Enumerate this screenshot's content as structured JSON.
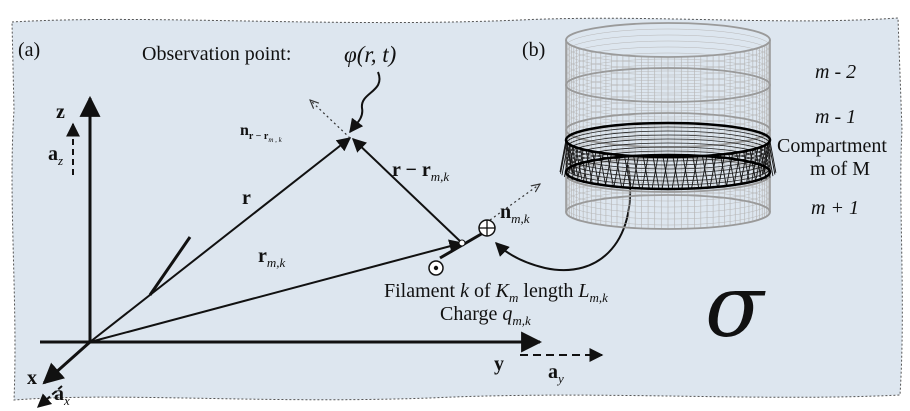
{
  "panel_labels": {
    "a": "(a)",
    "b": "(b)"
  },
  "observation": {
    "label": "Observation point:",
    "formula": "φ(r, t)"
  },
  "axes": {
    "x": "x",
    "y": "y",
    "z": "z",
    "ax": "a",
    "ax_sub": "x",
    "ay": "a",
    "ay_sub": "y",
    "az": "a",
    "az_sub": "z"
  },
  "vectors": {
    "r": "r",
    "r_mk": {
      "base": "r",
      "sub": "m,k"
    },
    "r_minus": {
      "base": "r − r",
      "sub": "m,k"
    },
    "n_mk": {
      "base": "n",
      "sub": "m,k"
    },
    "n_rr": {
      "base": "n",
      "sub": "r − r",
      "subsub": "m , k"
    }
  },
  "filament": {
    "line1_parts": [
      "Filament ",
      "k",
      " of ",
      "K",
      "m",
      " length ",
      "L",
      "m,k"
    ],
    "line2_parts": [
      "Charge ",
      "q",
      "m,k"
    ]
  },
  "compartments": {
    "m_minus_2": "m - 2",
    "m_minus_1": "m - 1",
    "compartment_word": "Compartment",
    "m_of_M": "m of M",
    "m_plus_1": "m + 1"
  },
  "sigma": "σ",
  "colors": {
    "background_panel": "#dde6ef",
    "ink": "#111111",
    "grid_gray": "#b8b8b8"
  }
}
